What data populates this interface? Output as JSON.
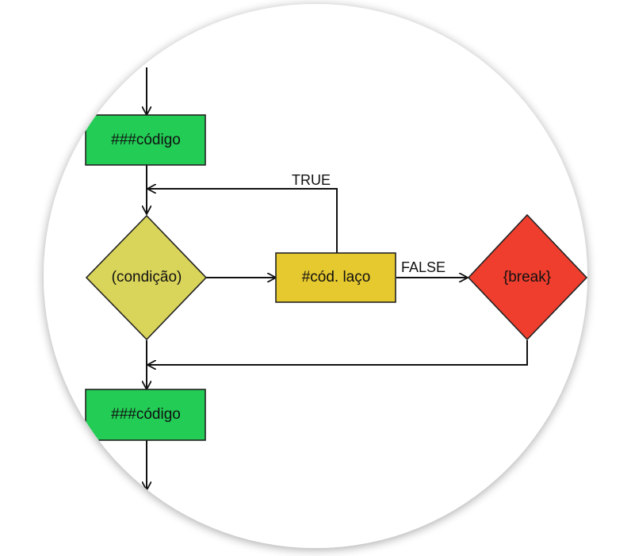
{
  "diagram": {
    "nodes": {
      "code_top": {
        "label": "###código",
        "shape": "rect",
        "color": "#22cc55"
      },
      "condition": {
        "label": "(condição)",
        "shape": "diamond",
        "color": "#d9d45a"
      },
      "loop_code": {
        "label": "#cód. laço",
        "shape": "rect",
        "color": "#e6c92e"
      },
      "break": {
        "label": "{break}",
        "shape": "diamond",
        "color": "#ef3e2e"
      },
      "code_bottom": {
        "label": "###código",
        "shape": "rect",
        "color": "#22cc55"
      }
    },
    "edges": {
      "true_label": "TRUE",
      "false_label": "FALSE"
    }
  }
}
